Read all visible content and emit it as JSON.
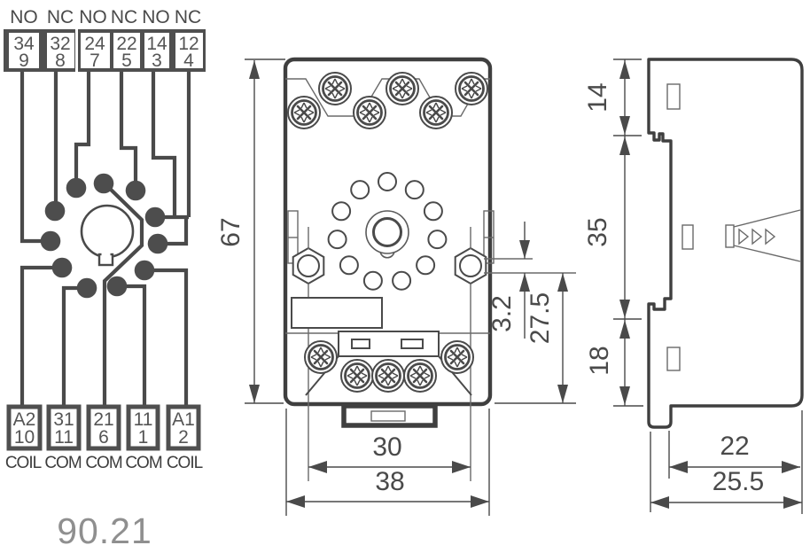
{
  "diagram": {
    "model_label": "90.21",
    "colors": {
      "line": "#4a4a4a",
      "dark": "#3f3f3f",
      "bar": "#4f4f4f",
      "light_text": "#8f8f8f"
    },
    "schematic": {
      "contact_top_labels": [
        "NO",
        "NC",
        "NO",
        "NC",
        "NO",
        "NC"
      ],
      "top_terminals": [
        {
          "code": "34",
          "pin": "9"
        },
        {
          "code": "32",
          "pin": "8"
        },
        {
          "code": "24",
          "pin": "7"
        },
        {
          "code": "22",
          "pin": "5"
        },
        {
          "code": "14",
          "pin": "3"
        },
        {
          "code": "12",
          "pin": "4"
        }
      ],
      "bottom_terminals": [
        {
          "code": "A2",
          "pin": "10"
        },
        {
          "code": "31",
          "pin": "11"
        },
        {
          "code": "21",
          "pin": "6"
        },
        {
          "code": "11",
          "pin": "1"
        },
        {
          "code": "A1",
          "pin": "2"
        }
      ],
      "bottom_function_labels": [
        "COIL",
        "COM",
        "COM",
        "COM",
        "COIL"
      ]
    },
    "front_view": {
      "dim_height": "67",
      "dim_inner_width": "30",
      "dim_outer_width": "38",
      "dim_slot": "3.2",
      "dim_offset": "27.5"
    },
    "side_view": {
      "dim_top": "14",
      "dim_mid": "35",
      "dim_low": "18",
      "dim_inner_depth": "22",
      "dim_outer_depth": "25.5"
    }
  }
}
